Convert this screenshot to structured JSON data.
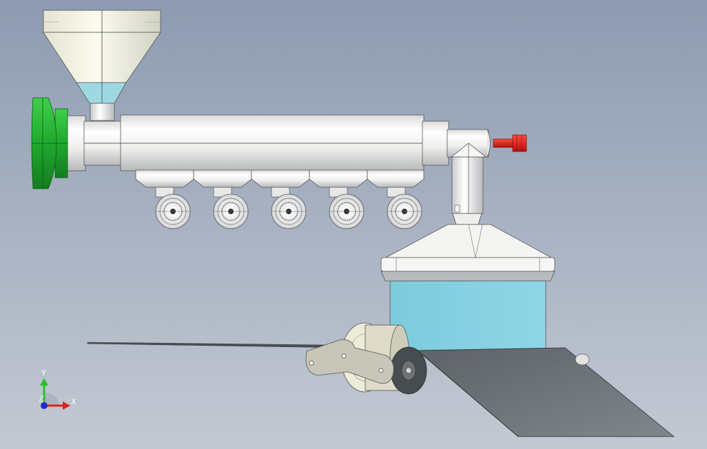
{
  "triad": {
    "x_label": "X",
    "y_label": "Y",
    "z_label": "Z",
    "x_color": "#e0201c",
    "y_color": "#25c02a",
    "z_color": "#1c2bd0"
  },
  "colors": {
    "background_top": "#8d9bb1",
    "background_bottom": "#bcc3cf",
    "motor_green": "#1fa92e",
    "nozzle_red": "#e81c1c",
    "hopper_fill": "#8fd3e0",
    "die_tank": "#85d0e0",
    "sheet_dark": "#6f7579",
    "metal_light": "#f2f2ef",
    "metal_shadow": "#b9bcc0"
  }
}
